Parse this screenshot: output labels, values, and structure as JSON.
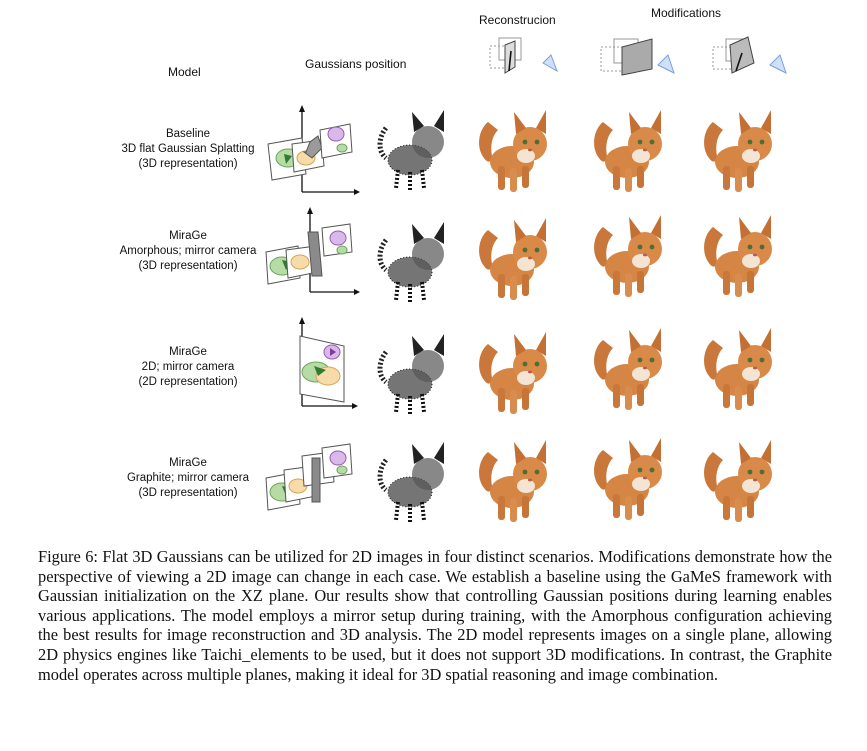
{
  "headers": {
    "model": "Model",
    "gaussians": "Gaussians position",
    "reconstruction": "Reconstrucion",
    "modifications": "Modifications"
  },
  "rows": [
    {
      "lines": [
        "Baseline",
        "3D flat Gaussian Splatting",
        "(3D representation)"
      ]
    },
    {
      "lines": [
        "MiraGe",
        "Amorphous;  mirror camera",
        "(3D representation)"
      ]
    },
    {
      "lines": [
        "MiraGe",
        "2D;  mirror camera",
        "(2D representation)"
      ]
    },
    {
      "lines": [
        "MiraGe",
        "Graphite;  mirror camera",
        "(3D representation)"
      ]
    }
  ],
  "caption": "Figure 6: Flat 3D Gaussians can be utilized for 2D images in four distinct scenarios. Modifications demonstrate how the perspective of viewing a 2D image can change in each case.  We establish a baseline using the GaMeS framework with Gaussian initialization on the XZ plane. Our results show that controlling Gaussian positions during learning enables various applications. The model employs a mirror setup during training, with the Amorphous configuration achieving the best results for image reconstruction and 3D analysis. The 2D model represents images on a single plane, allowing 2D physics engines like Taichi_elements to be used, but it does not support 3D modifications.  In contrast, the Graphite model operates across multiple planes, making it ideal for 3D spatial reasoning and image combination."
}
